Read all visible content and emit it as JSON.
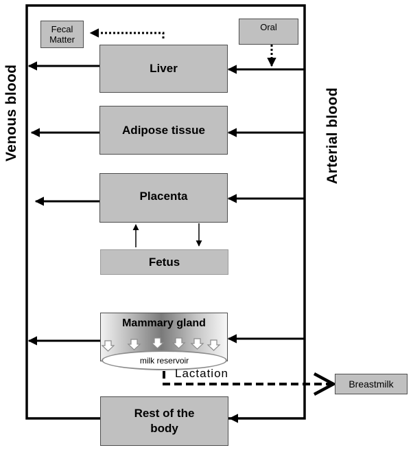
{
  "labels": {
    "venous": "Venous blood",
    "arterial": "Arterial  blood",
    "lactation": "Lactation"
  },
  "boxes": {
    "fecal": "Fecal Matter",
    "oral": "Oral",
    "liver": "Liver",
    "adipose": "Adipose tissue",
    "placenta": "Placenta",
    "fetus": "Fetus",
    "mammary": "Mammary  gland",
    "reservoir": "milk reservoir",
    "breastmilk": "Breastmilk",
    "rest": "Rest of the body"
  },
  "colors": {
    "box_fill": "#c0c0c0",
    "border": "#4d4d4d",
    "line": "#000000"
  }
}
